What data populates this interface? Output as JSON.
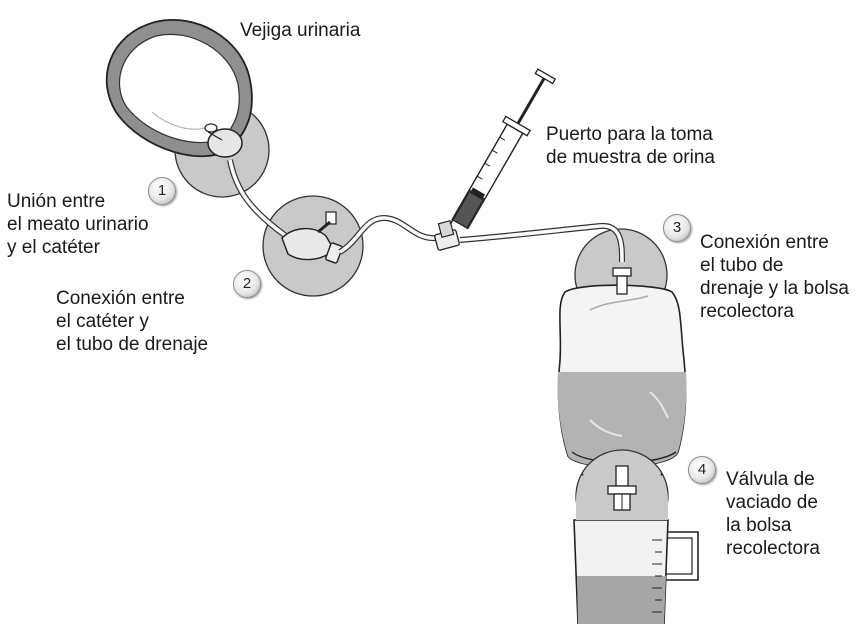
{
  "labels": {
    "bladder": "Vejiga urinaria",
    "sample_port": "Puerto para la toma\nde muestra de orina",
    "meatus_junction": "Unión entre\nel meato urinario\ny el catéter",
    "catheter_tube_connection": "Conexión entre\nel catéter y\nel tubo de drenaje",
    "tube_bag_connection": "Conexión entre\nel tubo de\ndrenaje y la bolsa\nrecolectora",
    "drain_valve": "Válvula de\nvaciado de\nla bolsa\nrecolectora"
  },
  "badges": {
    "one": "1",
    "two": "2",
    "three": "3",
    "four": "4"
  },
  "colors": {
    "line": "#333333",
    "circle_fill": "#c9c9c9",
    "urine": "#b3b3b3",
    "bladder": "#8f8f8f"
  }
}
